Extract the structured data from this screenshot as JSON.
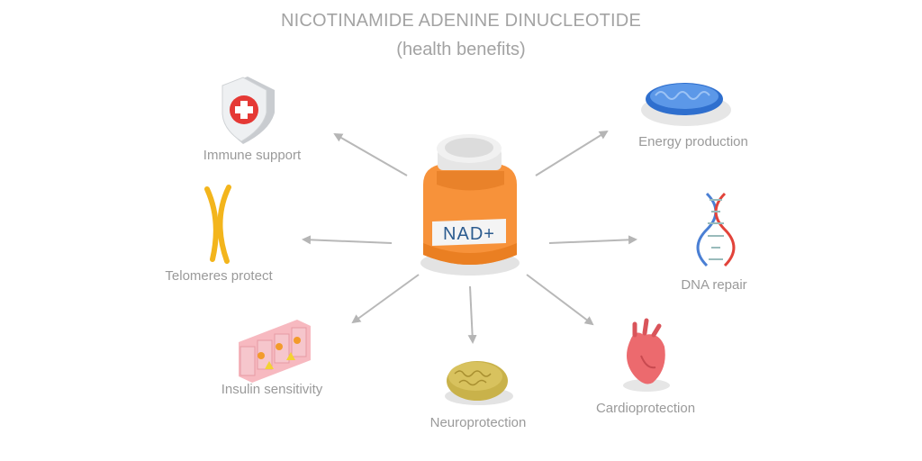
{
  "header": {
    "title": "NICOTINAMIDE ADENINE DINUCLEOTIDE",
    "subtitle": "(health benefits)"
  },
  "center": {
    "label": "NAD+",
    "color": "#f7923a"
  },
  "benefits": [
    {
      "label": "Immune support",
      "icon": "shield-cross-icon"
    },
    {
      "label": "Energy production",
      "icon": "mitochondria-icon"
    },
    {
      "label": "Telomeres protect",
      "icon": "chromosome-icon"
    },
    {
      "label": "DNA repair",
      "icon": "dna-icon"
    },
    {
      "label": "Insulin sensitivity",
      "icon": "cells-icon"
    },
    {
      "label": "Neuroprotection",
      "icon": "brain-icon"
    },
    {
      "label": "Cardioprotection",
      "icon": "heart-icon"
    }
  ],
  "colors": {
    "text": "#9a9a9a",
    "arrow": "#b5b5b5",
    "accent": "#f7923a"
  }
}
